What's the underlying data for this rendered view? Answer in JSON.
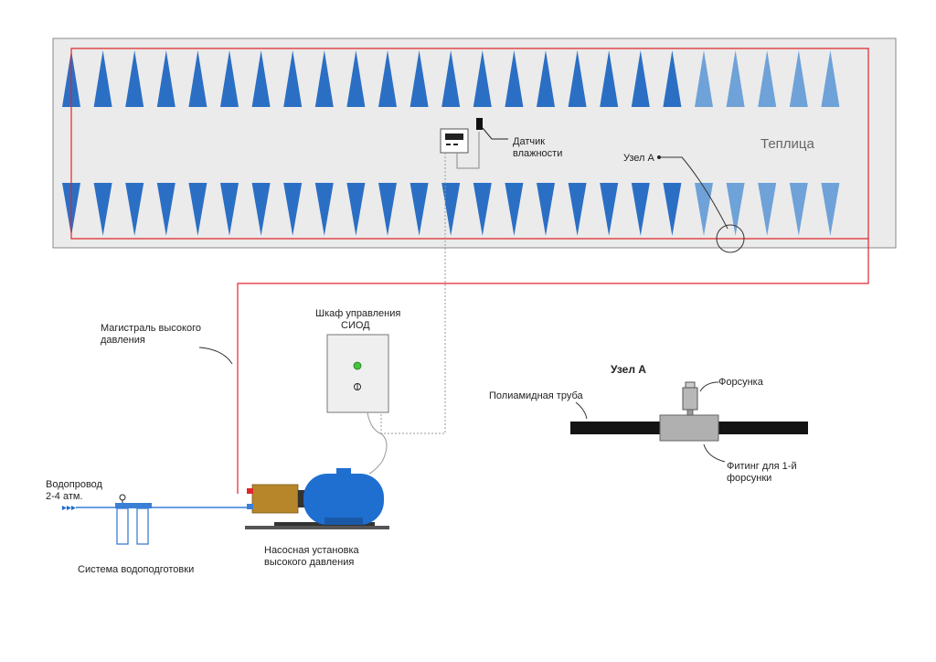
{
  "labels": {
    "greenhouse": "Теплица",
    "humidity_sensor": [
      "Датчик",
      "влажности"
    ],
    "node_a_pointer": "Узел А",
    "high_pressure_main": [
      "Магистраль высокого",
      "давления"
    ],
    "control_cabinet": [
      "Шкаф управления",
      "СИОД"
    ],
    "water_supply": [
      "Водопровод",
      "2-4 атм."
    ],
    "water_treatment": "Система водоподготовки",
    "pump_station": [
      "Насосная установка",
      "высокого давления"
    ],
    "node_a_title": "Узел А",
    "polyamide_pipe": "Полиамидная труба",
    "nozzle": "Форсунка",
    "fitting": [
      "Фитинг для 1-й",
      "форсунки"
    ]
  },
  "colors": {
    "greenhouse_fill": "#ebebeb",
    "pipe_red": "#e0262b",
    "nozzle_dark": "#2b6fc4",
    "nozzle_light": "#6ea2d8",
    "pump_blue": "#1f6fd1",
    "motor_brown": "#b8862a",
    "water_line": "#3a7fd5",
    "pipe_black": "#141414",
    "fitting_grey": "#b0b0b0",
    "led_green": "#43c43a"
  },
  "nozzles": {
    "top_row": {
      "count": 25,
      "light_from_index": 20
    },
    "bottom_row": {
      "count": 25,
      "light_from_index": 20
    }
  },
  "icons": [
    "humidity-sensor-icon",
    "controller-display-icon",
    "pressure-gauge-icon",
    "filter-housing-icon",
    "pump-icon",
    "nozzle-icon",
    "fitting-icon"
  ]
}
